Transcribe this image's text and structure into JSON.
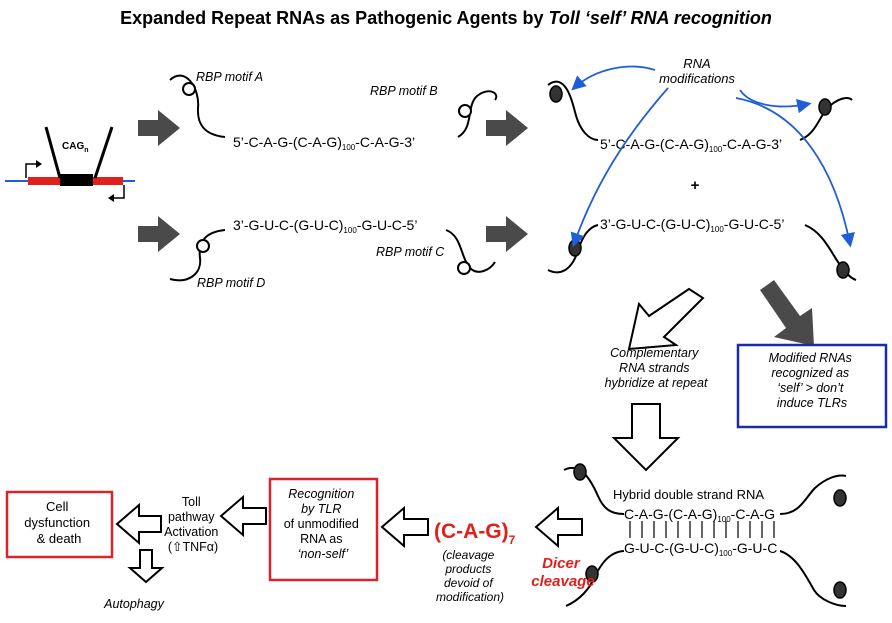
{
  "title": {
    "plain": "Expanded Repeat RNAs as Pathogenic Agents by ",
    "italic": "Toll ‘self’ RNA recognition"
  },
  "gene": {
    "repeat_label": "CAG",
    "repeat_sub": "n"
  },
  "seq": {
    "sense_a": "5’-C-A-G-(C-A-G)",
    "sense_b": "-C-A-G-3’",
    "anti_a": "3’-G-U-C-(G-U-C)",
    "anti_b": "-G-U-C-5’",
    "n": "100",
    "hyb_top_a": "C-A-G-(C-A-G)",
    "hyb_top_b": "-C-A-G",
    "hyb_bot_a": "G-U-C-(G-U-C)",
    "hyb_bot_b": "-G-U-C"
  },
  "labels": {
    "rbp_a": "RBP motif A",
    "rbp_b": "RBP motif B",
    "rbp_c": "RBP motif C",
    "rbp_d": "RBP motif D",
    "rna_mod_1": "RNA",
    "rna_mod_2": "modifications",
    "plus": "+",
    "comp_1": "Complementary",
    "comp_2": "RNA strands",
    "comp_3": "hybridize at repeat",
    "mod_1": "Modified RNAs",
    "mod_2": "recognized as",
    "mod_3": "‘self’ > don’t",
    "mod_4": "induce TLRs",
    "hybrid": "Hybrid double strand RNA",
    "dicer_1": "Dicer",
    "dicer_2": "cleavage",
    "cag7": "(C-A-G)",
    "cag7_sub": "7",
    "cleave_1": "(cleavage",
    "cleave_2": "products",
    "cleave_3": "devoid of",
    "cleave_4": "modification)",
    "rec_1": "Recognition",
    "rec_2": "by TLR",
    "rec_3": "of unmodified",
    "rec_4": "RNA as",
    "rec_5": "‘non-self’",
    "toll_1": "Toll",
    "toll_2": "pathway",
    "toll_3": "Activation",
    "toll_4": "(⇧TNFα)",
    "cell_1": "Cell",
    "cell_2": "dysfunction",
    "cell_3": "& death",
    "autophagy": "Autophagy"
  },
  "colors": {
    "accent_red": "#e0201b",
    "box_blue": "#1b2ca8",
    "arrow_blue": "#1f5fd6",
    "arrow_gray": "#4a4a4a"
  }
}
